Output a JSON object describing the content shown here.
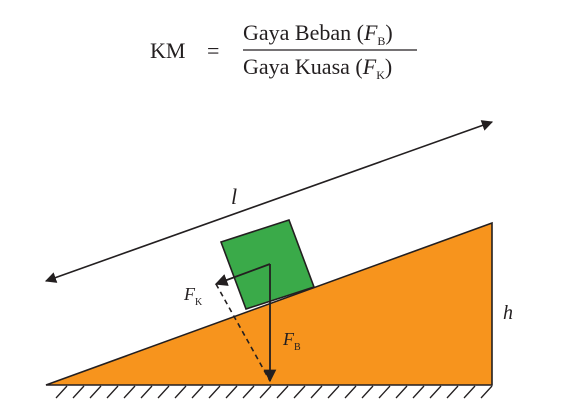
{
  "formula": {
    "lhs": "KM",
    "equals": "=",
    "numerator": {
      "text": "Gaya Beban (",
      "symbol": "F",
      "subscript": "B",
      "close": ")"
    },
    "denominator": {
      "text": "Gaya Kuasa (",
      "symbol": "F",
      "subscript": "K",
      "close": ")"
    }
  },
  "diagram": {
    "length_label": "l",
    "height_label": "h",
    "push_force": {
      "symbol": "F",
      "subscript": "K"
    },
    "load_force": {
      "symbol": "F",
      "subscript": "B"
    },
    "colors": {
      "incline_fill": "#f7941d",
      "block_fill": "#3aaa49",
      "outline": "#231f20"
    }
  }
}
